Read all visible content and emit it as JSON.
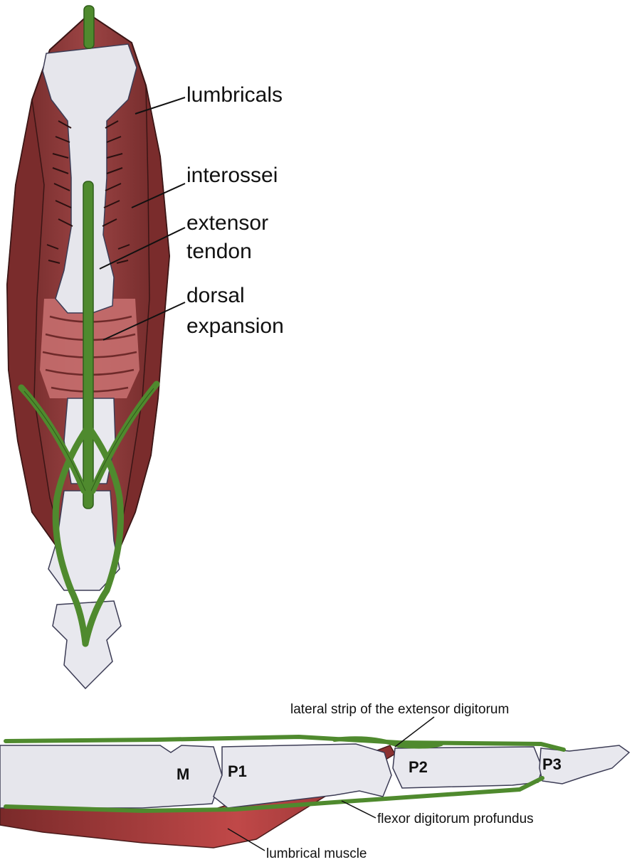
{
  "colors": {
    "muscle": "#8e3a3a",
    "muscle_dark": "#5a2020",
    "muscle_light": "#c97a7a",
    "tendon": "#4f8a2e",
    "tendon_dark": "#2f5e1a",
    "bone": "#e4e4ea",
    "bone_outline": "#4a4a62"
  },
  "dorsal_view": {
    "labels": {
      "lumbricals": "lumbricals",
      "interossei": "interossei",
      "extensor_line1": "extensor",
      "extensor_line2": "tendon",
      "dorsal_line1": "dorsal",
      "dorsal_line2": "expansion"
    }
  },
  "lateral_view": {
    "labels": {
      "lateral_strip": "lateral strip of the extensor digitorum",
      "fdp": "flexor digitorum profundus",
      "lumbrical_muscle": "lumbrical muscle"
    },
    "bones": {
      "m": "M",
      "p1": "P1",
      "p2": "P2",
      "p3": "P3"
    }
  }
}
